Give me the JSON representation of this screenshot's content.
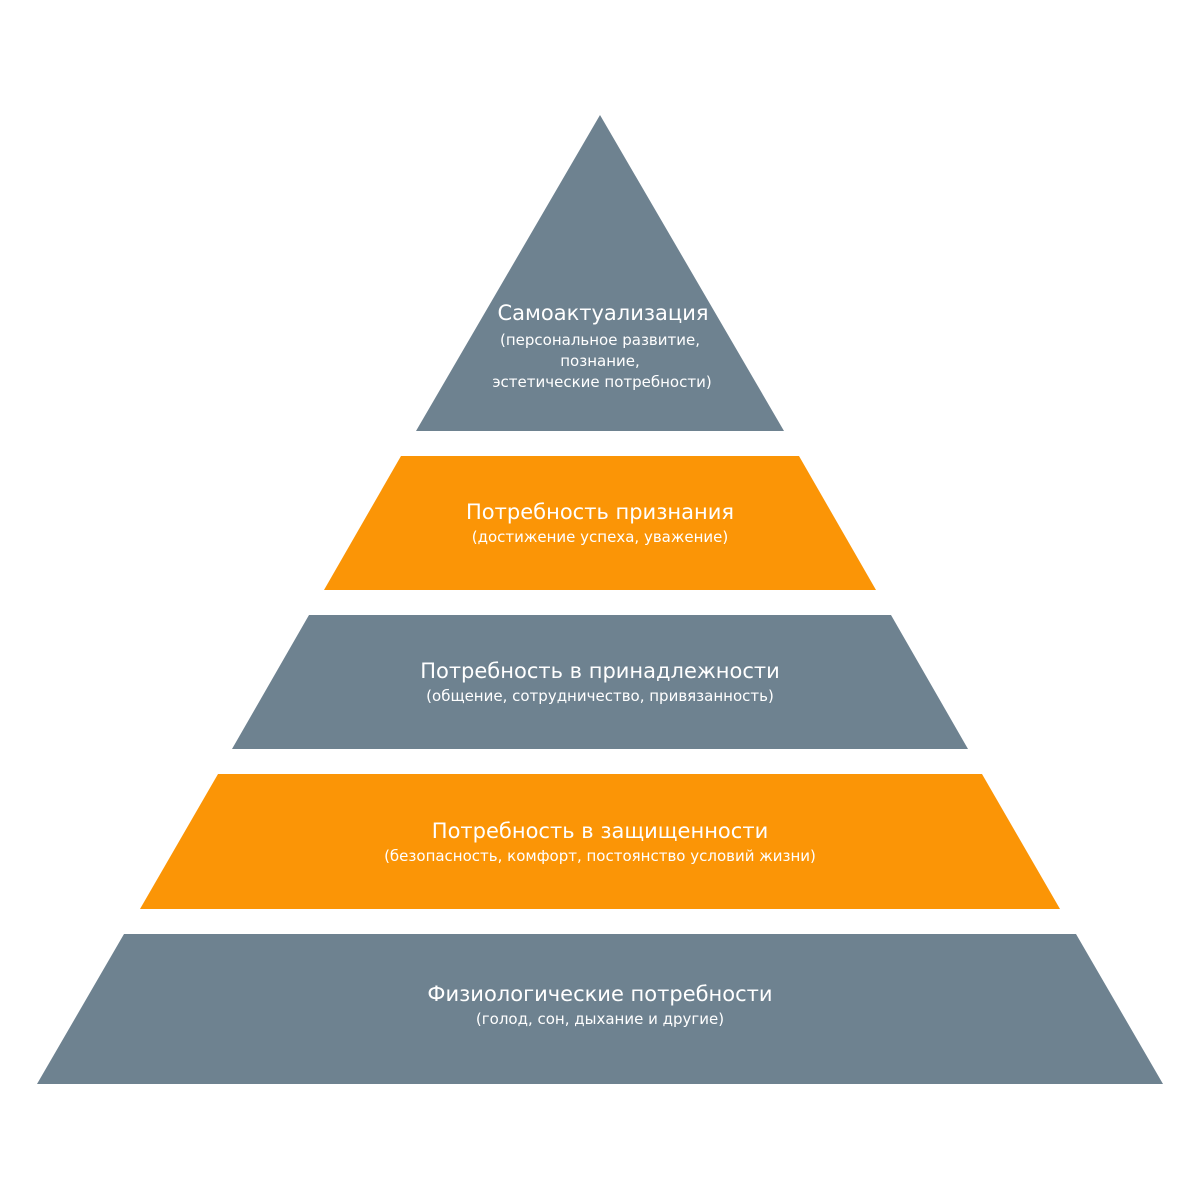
{
  "colors": {
    "slate": "#6e8290",
    "orange": "#fb9506",
    "text": "#ffffff",
    "background": "#ffffff"
  },
  "pyramid": {
    "tiers": [
      {
        "title": "Самоактуализация",
        "details": [
          "(персональное развитие,",
          "познание,",
          "эстетические потребности)"
        ],
        "color": "#6e8290"
      },
      {
        "title": "Потребность признания",
        "details": [
          "(достижение успеха, уважение)"
        ],
        "color": "#fb9506"
      },
      {
        "title": "Потребность в принадлежности",
        "details": [
          "(общение, сотрудничество, привязанность)"
        ],
        "color": "#6e8290"
      },
      {
        "title": "Потребность в защищенности",
        "details": [
          "(безопасность, комфорт, постоянство условий жизни)"
        ],
        "color": "#fb9506"
      },
      {
        "title": "Физиологические потребности",
        "details": [
          "(голод, сон, дыхание и другие)"
        ],
        "color": "#6e8290"
      }
    ]
  }
}
